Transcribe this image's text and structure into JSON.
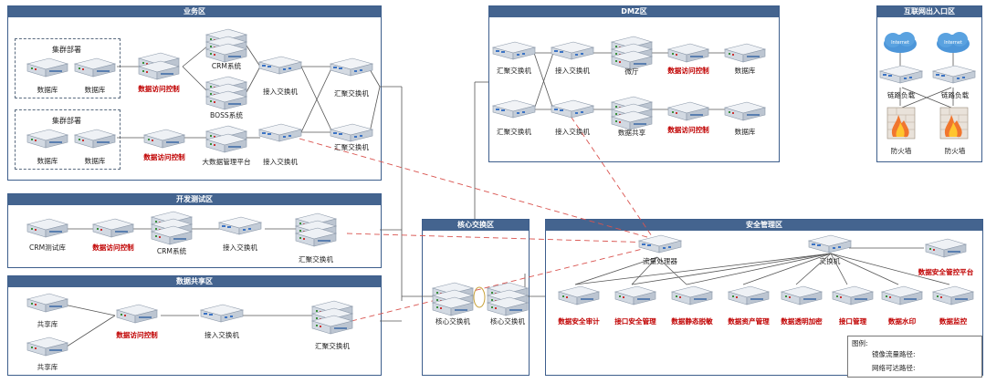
{
  "zones": {
    "business": "业务区",
    "dmz": "DMZ区",
    "internet": "互联网出入口区",
    "devtest": "开发测试区",
    "core": "核心交换区",
    "security": "安全管理区",
    "datashare": "数据共享区"
  },
  "business": {
    "cluster1": "集群部署",
    "cluster2": "集群部署",
    "db1": "数据库",
    "db2": "数据库",
    "db3": "数据库",
    "db4": "数据库",
    "dac1": "数据访问控制",
    "dac2": "数据访问控制",
    "crm": "CRM系统",
    "boss": "BOSS系统",
    "bigdata": "大数据管理平台",
    "access1": "接入交换机",
    "access2": "接入交换机",
    "agg1": "汇聚交换机",
    "agg2": "汇聚交换机"
  },
  "dmz": {
    "agg1": "汇聚交换机",
    "access1": "接入交换机",
    "wt": "微厅",
    "dac1": "数据访问控制",
    "db1": "数据库",
    "agg2": "汇聚交换机",
    "access2": "接入交换机",
    "share": "数据共享",
    "dac2": "数据访问控制",
    "db2": "数据库"
  },
  "internet": {
    "cloud": "Internet",
    "lb1": "链路负载",
    "lb2": "链路负载",
    "fw1": "防火墙",
    "fw2": "防火墙"
  },
  "devtest": {
    "crmtest": "CRM测试库",
    "dac": "数据访问控制",
    "crm": "CRM系统",
    "access": "接入交换机",
    "agg": "汇聚交换机"
  },
  "datashare": {
    "lib1": "共享库",
    "lib2": "共享库",
    "dac": "数据访问控制",
    "access": "接入交换机",
    "agg": "汇聚交换机"
  },
  "core": {
    "sw1": "核心交换机",
    "sw2": "核心交换机"
  },
  "security": {
    "flow": "流量处理器",
    "switch": "交换机",
    "platform": "数据安全管控平台",
    "audit": "数据安全审计",
    "api": "接口安全管理",
    "mask": "数据静态脱敏",
    "asset": "数据资产管理",
    "encrypt": "数据透明加密",
    "iface": "接口管理",
    "watermark": "数据水印",
    "monitor": "数据监控"
  },
  "legend": {
    "title": "图例:",
    "mirror": "镜像流量路径:",
    "reach": "网络可达路径:"
  },
  "colors": {
    "zone_header": "#44648f",
    "zone_border": "#3d5e8c",
    "red_label": "#c00000",
    "mirror_line": "#d9534f",
    "reach_line": "#555555"
  },
  "icons": {
    "switch": "network-switch-icon",
    "server": "rack-server-icon",
    "firewall": "firewall-icon",
    "cloud": "internet-cloud-icon"
  }
}
